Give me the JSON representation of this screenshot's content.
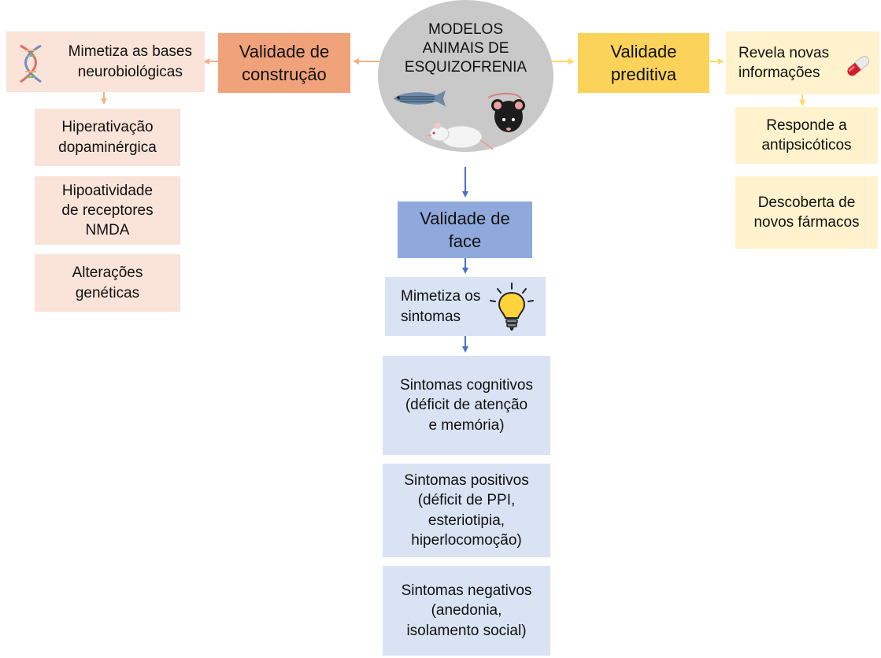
{
  "center": {
    "title": "MODELOS\nANIMAIS DE\nESQUIZOFRENIA"
  },
  "construction": {
    "label": "Validade de\nconstrução",
    "description": "Mimetiza as bases\nneurobiológicas",
    "items": [
      "Hiperativação\ndopaminérgica",
      "Hipoatividade\nde receptores\nNMDA",
      "Alterações\ngenéticas"
    ]
  },
  "predictive": {
    "label": "Validade\npreditiva",
    "description": "Revela novas\ninformações",
    "items": [
      "Responde a\nantipsicóticos",
      "Descoberta de\nnovos fármacos"
    ]
  },
  "face": {
    "label": "Validade de\nface",
    "description": "Mimetiza os\nsintomas",
    "items": [
      "Sintomas cognitivos\n(déficit de atenção\ne memória)",
      "Sintomas positivos\n(déficit de PPI,\nesteriotipia,\nhiperlocomoção)",
      "Sintomas negativos\n(anedonia,\nisolamento social)"
    ]
  },
  "icons": [
    "dna-icon",
    "pill-capsule-icon",
    "lightbulb-icon",
    "zebrafish-icon",
    "mouse-icon",
    "rat-icon"
  ],
  "colors": {
    "construction_accent": "#f0a27b",
    "construction_light": "#fae3d9",
    "predictive_accent": "#fbd35a",
    "predictive_light": "#fff2cc",
    "face_accent": "#8fa9dc",
    "face_light": "#dae3f3",
    "center_circle": "#c9c9c9"
  }
}
